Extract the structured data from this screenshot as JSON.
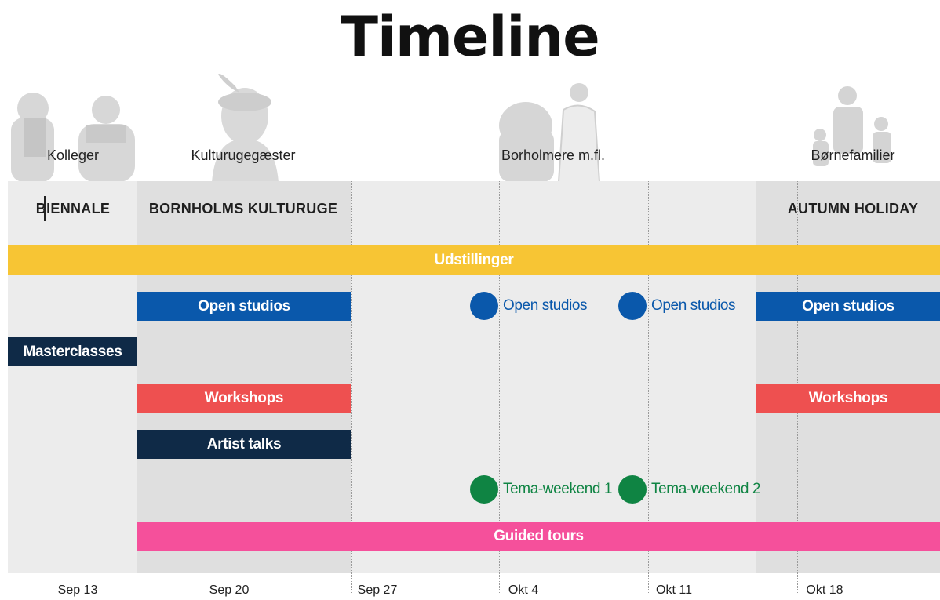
{
  "title": "Timeline",
  "audiences": [
    "Kolleger",
    "Kulturugegæster",
    "Borholmere m.fl.",
    "Børnefamilier"
  ],
  "periods": [
    "BIENNALE",
    "BORNHOLMS KULTURUGE",
    "AUTUMN HOLIDAY"
  ],
  "rows": {
    "exhibitions": "Udstillinger",
    "open_studios": "Open studios",
    "masterclasses": "Masterclasses",
    "workshops": "Workshops",
    "artist_talks": "Artist talks",
    "theme_weekend_1": "Tema-weekend 1",
    "theme_weekend_2": "Tema-weekend 2",
    "guided_tours": "Guided tours"
  },
  "axis_ticks": [
    "Sep 13",
    "Sep 20",
    "Sep 27",
    "Okt 4",
    "Okt 11",
    "Okt 18"
  ],
  "colors": {
    "yellow": "#f7c534",
    "blue": "#0a58ab",
    "navy": "#0f2a47",
    "coral": "#ee5050",
    "green": "#0f8443",
    "pink": "#f5509b",
    "panel": "#ececec",
    "period_shade": "#dfdfdf"
  },
  "icons": [
    "people-illustration-icon",
    "event-dot-icon"
  ]
}
